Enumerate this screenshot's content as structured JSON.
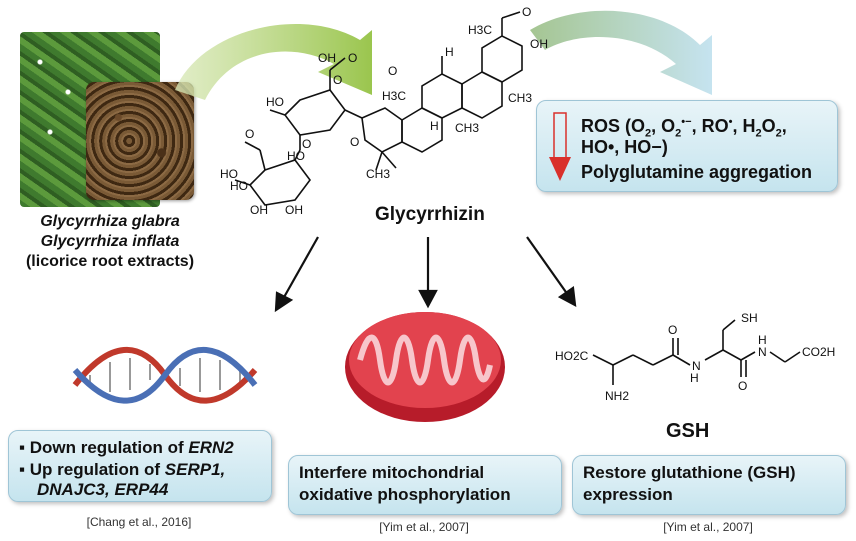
{
  "plant": {
    "name1": "Glycyrrhiza glabra",
    "name2": "Glycyrrhiza inflata",
    "desc": "(licorice root extracts)"
  },
  "compound": {
    "name": "Glycyrrhizin"
  },
  "ros_box": {
    "line1_parts": [
      "ROS (O",
      "2",
      ", O",
      "2",
      "•−",
      ", RO",
      "•",
      ", H",
      "2",
      "O",
      "2",
      ","
    ],
    "line2": "HO•, HO−)",
    "line3": "Polyglutamine aggregation"
  },
  "mechanisms": [
    {
      "id": "er",
      "bullet1_prefix": "Down regulation of ",
      "bullet1_gene": "ERN2",
      "bullet2_prefix": "Up regulation of ",
      "bullet2_gene_a": "SERP1,",
      "bullet2_gene_b": "DNAJC3, ERP44",
      "citation": "[Chang et al., 2016]"
    },
    {
      "id": "mito",
      "text_line1": "Interfere mitochondrial",
      "text_line2": "oxidative phosphorylation",
      "citation": "[Yim et al., 2007]"
    },
    {
      "id": "gsh",
      "label": "GSH",
      "text_line1": "Restore glutathione (GSH)",
      "text_line2": "expression",
      "citation": "[Yim et al., 2007]"
    }
  ],
  "structure_labels": {
    "gsh_sh": "SH",
    "gsh_ho2c": "HO2C",
    "gsh_nh2": "NH2",
    "gsh_n": "N",
    "gsh_co2h": "CO2H"
  },
  "colors": {
    "box_fill": "#cfe8f0",
    "down_arrow": "#d9302b",
    "mito": "#e2434e",
    "dna_blue": "#4a6fb5",
    "dna_red": "#c0392b"
  }
}
